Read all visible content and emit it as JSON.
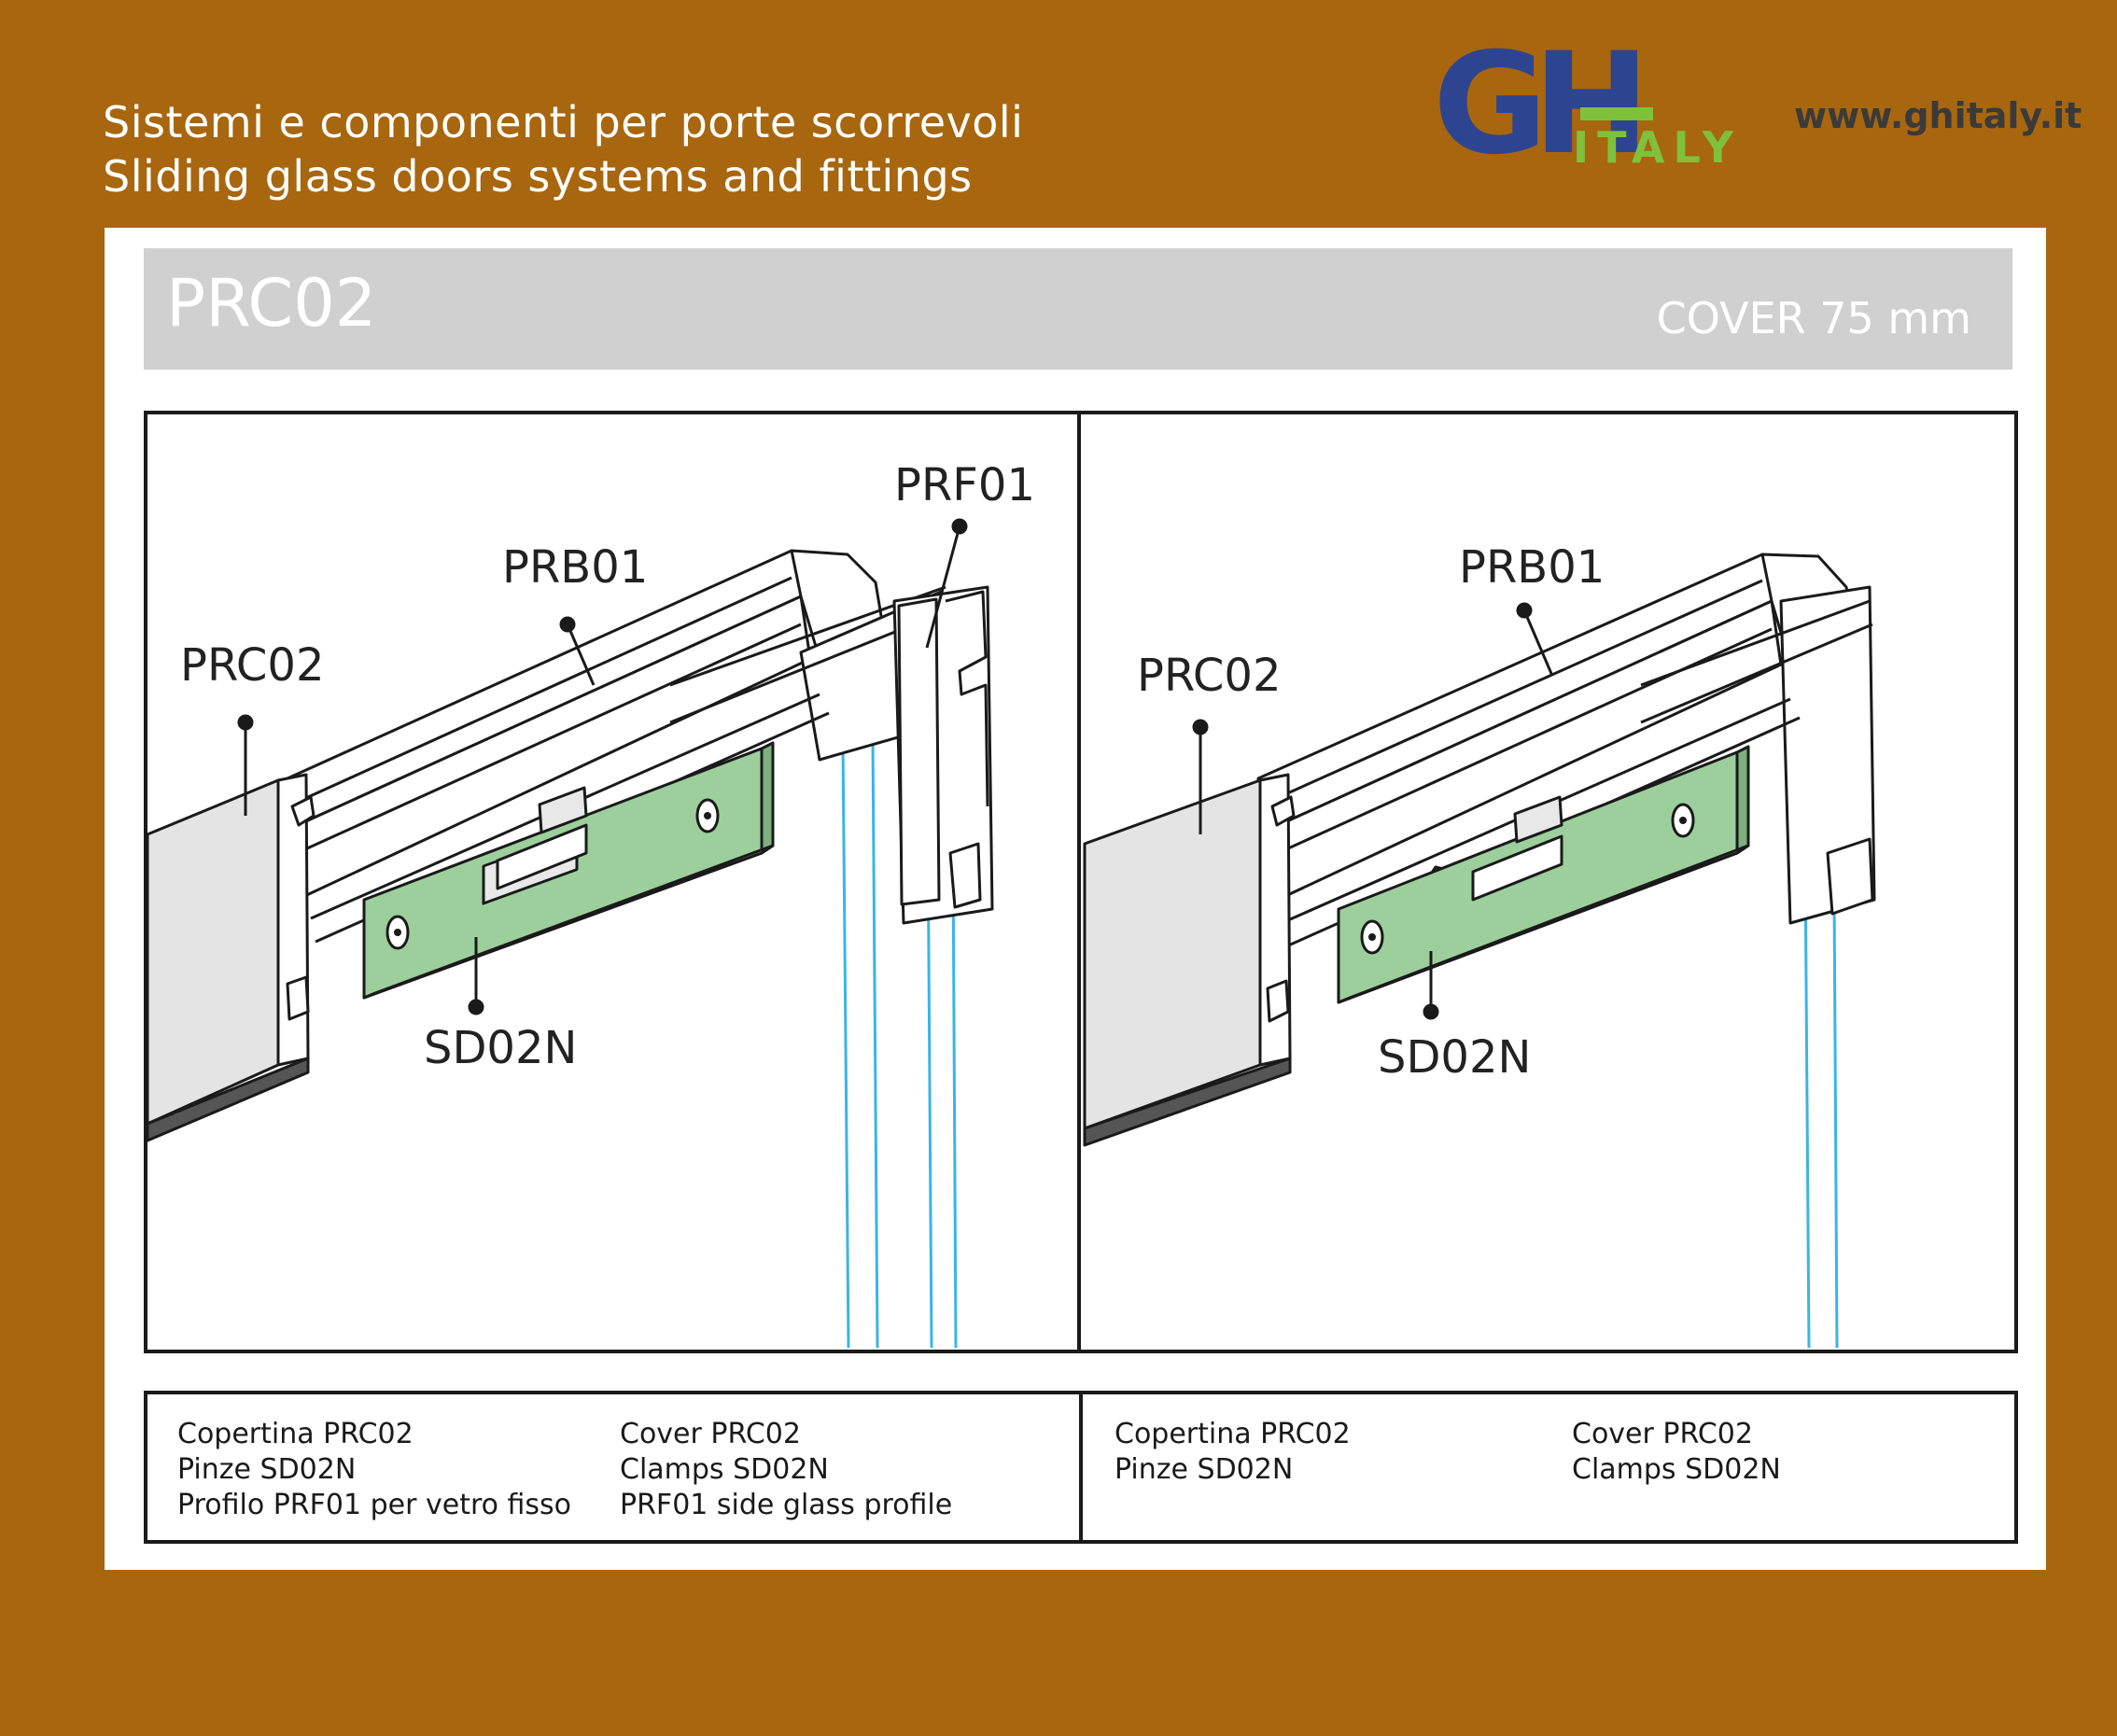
{
  "header": {
    "tagline_it": "Sistemi e componenti per porte scorrevoli",
    "tagline_en": "Sliding glass doors systems and fittings",
    "logo_main": "GH",
    "logo_sub": "ITALY",
    "website": "www.ghitaly.it",
    "colors": {
      "background": "#a8660f",
      "logo_blue": "#2d4590",
      "logo_green": "#7fc13a"
    }
  },
  "title_bar": {
    "code": "PRC02",
    "subtitle": "COVER 75 mm"
  },
  "diagrams": {
    "left": {
      "labels": {
        "cover": "PRC02",
        "beam": "PRB01",
        "side_profile": "PRF01",
        "clamp": "SD02N"
      }
    },
    "right": {
      "labels": {
        "cover": "PRC02",
        "beam": "PRB01",
        "clamp": "SD02N"
      }
    },
    "colors": {
      "clamp": "#9ccf9c",
      "glass_edge": "#3ab4e8",
      "cover": "#e4e4e4"
    }
  },
  "captions": {
    "left": {
      "italian": [
        "Copertina PRC02",
        "Pinze SD02N",
        "Profilo PRF01 per vetro fisso"
      ],
      "english": [
        "Cover PRC02",
        "Clamps SD02N",
        "PRF01 side glass profile"
      ]
    },
    "right": {
      "italian": [
        "Copertina PRC02",
        "Pinze SD02N"
      ],
      "english": [
        "Cover PRC02",
        "Clamps SD02N"
      ]
    }
  }
}
